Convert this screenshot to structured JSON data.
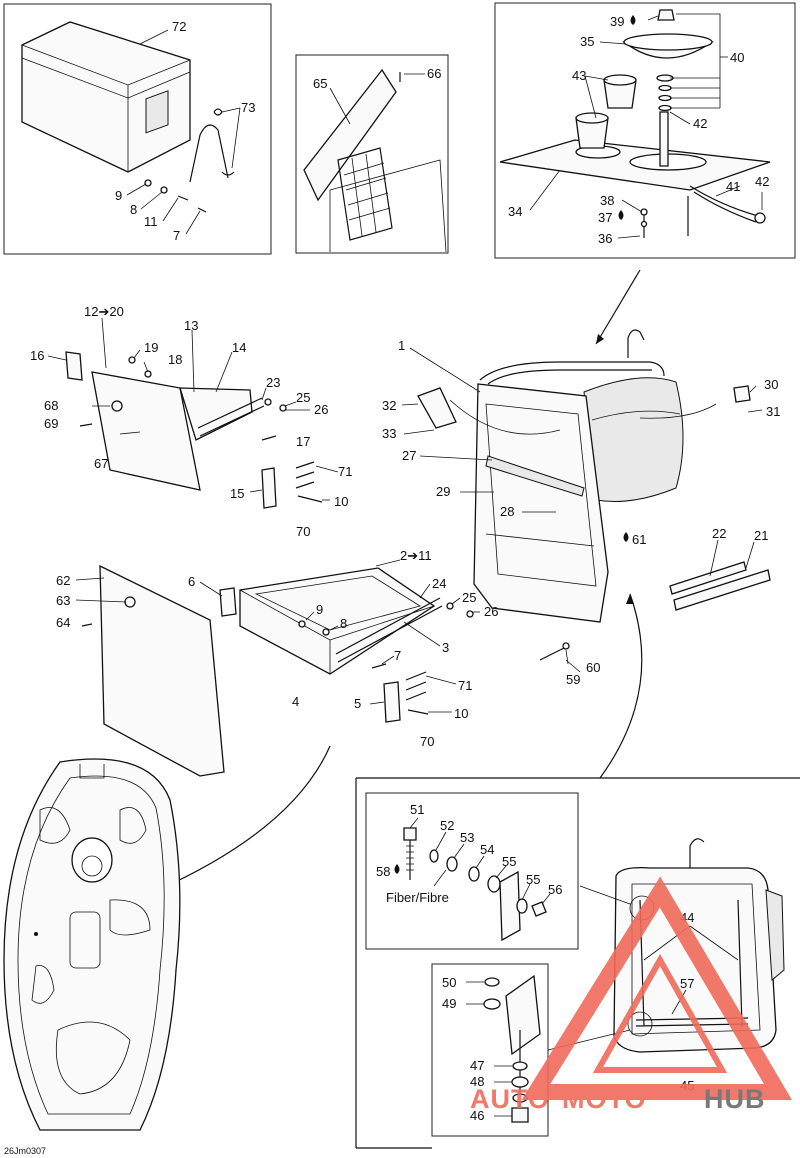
{
  "diagram_code": "26Jm0307",
  "note_fiber": "Fiber/Fibre",
  "watermark": {
    "part1": "AUTO",
    "part2": "MOTO",
    "part3": "HUB",
    "color_primary": "#f06a5a",
    "color_secondary": "#6b6b6b"
  },
  "callouts": {
    "p72": "72",
    "p73": "73",
    "p9a": "9",
    "p8a": "8",
    "p11a": "11",
    "p7a": "7",
    "p65": "65",
    "p66": "66",
    "p39": "39",
    "p35": "35",
    "p40": "40",
    "p43": "43",
    "p42a": "42",
    "p34": "34",
    "p38": "38",
    "p37": "37",
    "p36": "36",
    "p41": "41",
    "p42b": "42",
    "p12": "12➔20",
    "p13": "13",
    "p16": "16",
    "p19": "19",
    "p18": "18",
    "p14": "14",
    "p23": "23",
    "p25a": "25",
    "p26a": "26",
    "p17": "17",
    "p68": "68",
    "p69": "69",
    "p67": "67",
    "p71a": "71",
    "p15": "15",
    "p10a": "10",
    "p70a": "70",
    "p1": "1",
    "p32": "32",
    "p33": "33",
    "p27": "27",
    "p29": "29",
    "p28": "28",
    "p30": "30",
    "p31": "31",
    "p61": "61",
    "p22": "22",
    "p21": "21",
    "p62": "62",
    "p63": "63",
    "p64": "64",
    "p6": "6",
    "p2": "2➔11",
    "p24": "24",
    "p25b": "25",
    "p26b": "26",
    "p9b": "9",
    "p8b": "8",
    "p3": "3",
    "p7b": "7",
    "p4": "4",
    "p71b": "71",
    "p5": "5",
    "p10b": "10",
    "p70b": "70",
    "p60": "60",
    "p59": "59",
    "p51": "51",
    "p52": "52",
    "p53": "53",
    "p54": "54",
    "p55a": "55",
    "p55b": "55",
    "p56": "56",
    "p58": "58",
    "p44": "44",
    "p57": "57",
    "p45": "45",
    "p50": "50",
    "p49": "49",
    "p47": "47",
    "p48": "48",
    "p46": "46"
  }
}
